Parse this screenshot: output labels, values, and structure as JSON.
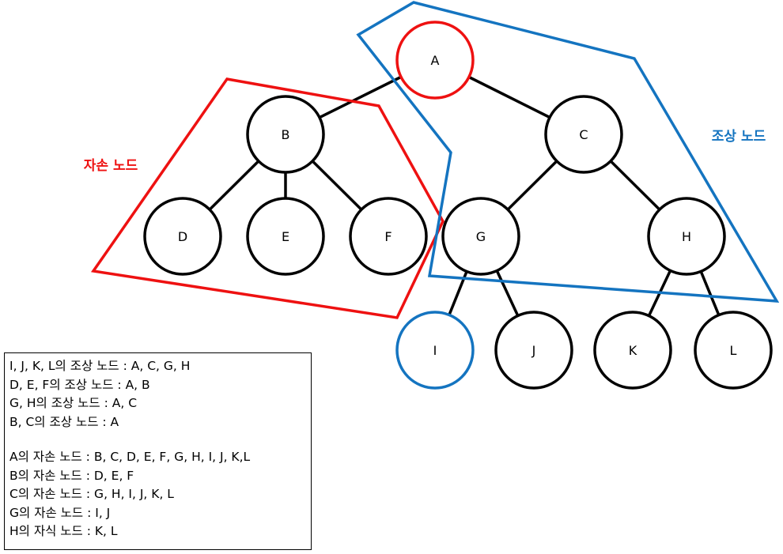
{
  "colors": {
    "descendant": "#ee1111",
    "ancestor": "#1474c0",
    "normal": "#000000"
  },
  "labels": {
    "descendant_group": "자손 노드",
    "ancestor_group": "조상 노드"
  },
  "nodes": [
    {
      "id": "A",
      "label": "A",
      "highlight": "descendant"
    },
    {
      "id": "B",
      "label": "B",
      "highlight": ""
    },
    {
      "id": "C",
      "label": "C",
      "highlight": ""
    },
    {
      "id": "D",
      "label": "D",
      "highlight": ""
    },
    {
      "id": "E",
      "label": "E",
      "highlight": ""
    },
    {
      "id": "F",
      "label": "F",
      "highlight": ""
    },
    {
      "id": "G",
      "label": "G",
      "highlight": ""
    },
    {
      "id": "H",
      "label": "H",
      "highlight": ""
    },
    {
      "id": "I",
      "label": "I",
      "highlight": "ancestor"
    },
    {
      "id": "J",
      "label": "J",
      "highlight": ""
    },
    {
      "id": "K",
      "label": "K",
      "highlight": ""
    },
    {
      "id": "L",
      "label": "L",
      "highlight": ""
    }
  ],
  "edges": [
    [
      "A",
      "B"
    ],
    [
      "A",
      "C"
    ],
    [
      "B",
      "D"
    ],
    [
      "B",
      "E"
    ],
    [
      "B",
      "F"
    ],
    [
      "C",
      "G"
    ],
    [
      "C",
      "H"
    ],
    [
      "G",
      "I"
    ],
    [
      "G",
      "J"
    ],
    [
      "H",
      "K"
    ],
    [
      "H",
      "L"
    ]
  ],
  "info_box": {
    "ancestor_lines": [
      "I, J, K, L의 조상 노드 : A, C, G, H",
      "D, E, F의 조상 노드 : A, B",
      "G, H의 조상 노드 : A, C",
      "B, C의 조상 노드 : A"
    ],
    "descendant_lines": [
      "A의 자손 노드 : B, C, D, E, F, G, H, I, J, K,L",
      "B의 자손 노드 : D, E, F",
      "C의 자손 노드 : G, H, I, J, K, L",
      "G의 자손 노드 : I, J",
      "H의 자식 노드 : K, L"
    ]
  }
}
